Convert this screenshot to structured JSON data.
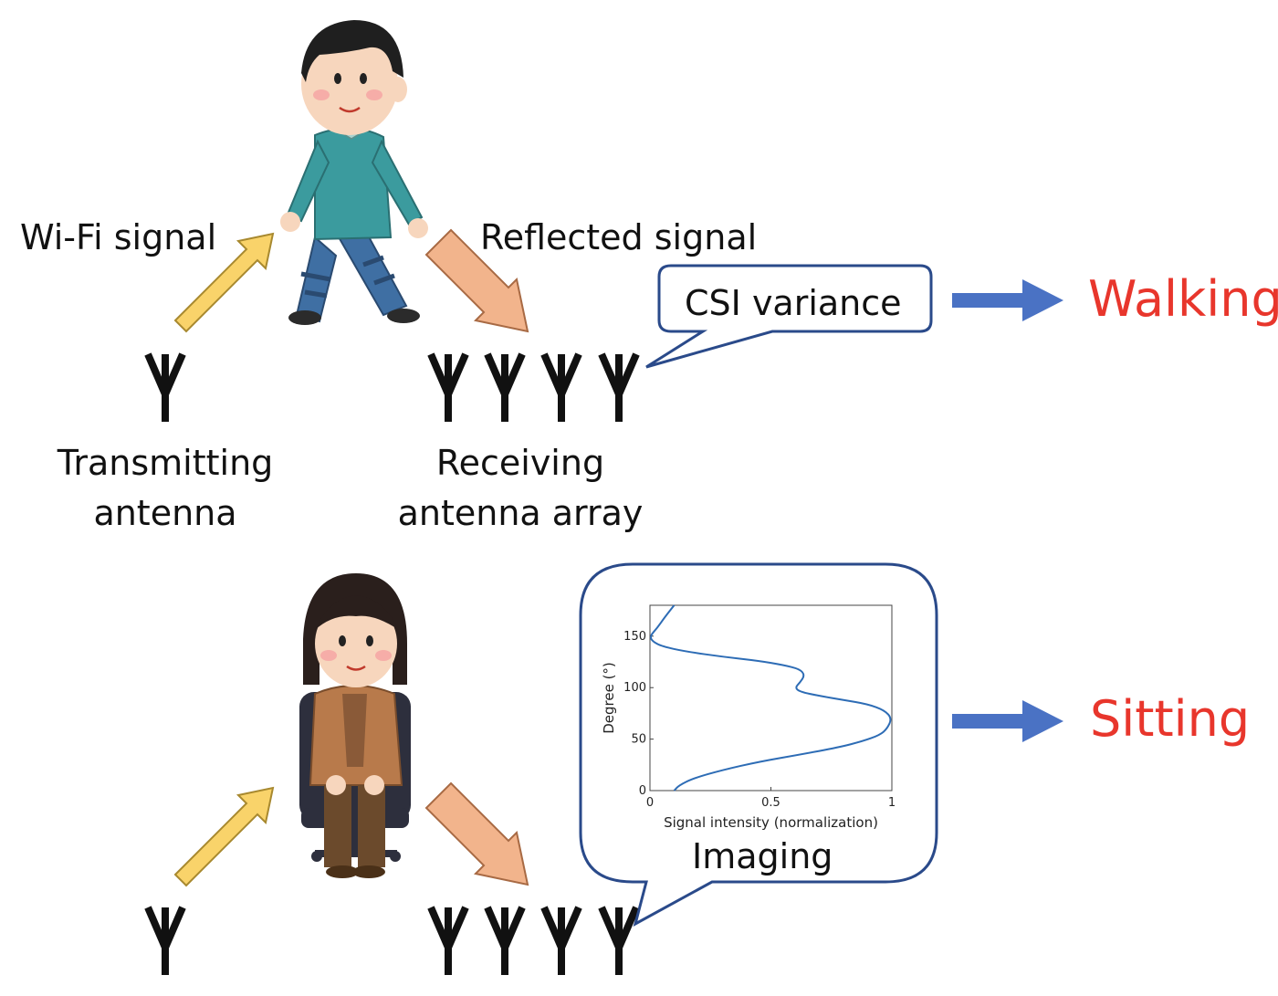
{
  "labels": {
    "wifi_signal": "Wi-Fi signal",
    "reflected_signal": "Reflected signal",
    "transmitting_antenna": [
      "Transmitting",
      "antenna"
    ],
    "receiving_antenna_array": [
      "Receiving",
      "antenna array"
    ],
    "csi_variance": "CSI variance",
    "imaging": "Imaging"
  },
  "results": {
    "walking": "Walking",
    "sitting": "Sitting"
  },
  "colors": {
    "result_text": "#e8362c",
    "flow_arrow": "#4a72c4",
    "incident_arrow": "#f9d36a",
    "reflected_arrow": "#f2b48c",
    "bubble_border": "#2a4a8a",
    "plot_line": "#2d6cb5"
  },
  "icons": [
    "antenna-icon",
    "walking-person-figure",
    "sitting-person-figure",
    "arrow-right-icon"
  ],
  "chart_data": {
    "type": "line",
    "xlabel": "Signal intensity (normalization)",
    "ylabel": "Degree (°)",
    "xlim": [
      0,
      1
    ],
    "ylim": [
      0,
      180
    ],
    "xticks": [
      "0",
      "0.5",
      "1"
    ],
    "yticks": [
      "0",
      "50",
      "100",
      "150"
    ],
    "series": [
      {
        "x": [
          0.1,
          0.12,
          0.18,
          0.3,
          0.45,
          0.62,
          0.78,
          0.88,
          0.95,
          0.98,
          1.0,
          0.97,
          0.9,
          0.8,
          0.7,
          0.62,
          0.6,
          0.62,
          0.64,
          0.62,
          0.55,
          0.45,
          0.3,
          0.15,
          0.05,
          0.01,
          0.0,
          0.03,
          0.06,
          0.1
        ],
        "y": [
          0,
          5,
          12,
          20,
          28,
          35,
          42,
          48,
          54,
          60,
          70,
          78,
          84,
          88,
          92,
          96,
          100,
          105,
          112,
          118,
          122,
          126,
          130,
          135,
          140,
          145,
          150,
          158,
          168,
          180
        ]
      }
    ]
  }
}
